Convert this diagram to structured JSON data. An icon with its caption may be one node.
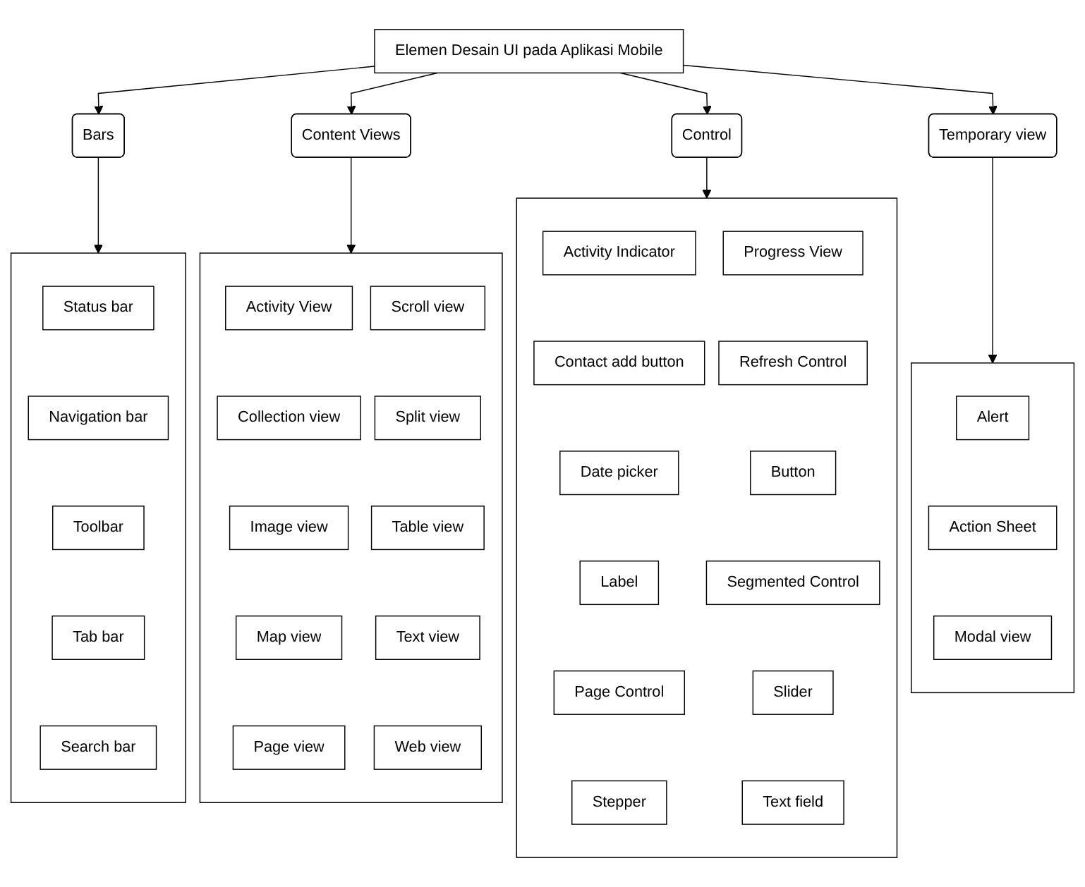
{
  "diagram": {
    "nodes": [
      {
        "text": [
          "Elemen Desain UI pada Aplikasi Mobile"
        ]
      },
      {
        "text": [
          "Bars"
        ]
      },
      {
        "text": [
          "Content Views"
        ]
      },
      {
        "text": [
          "Control"
        ]
      },
      {
        "text": [
          "Temporary view"
        ]
      },
      {
        "text": [],
        "shape": "box"
      },
      {
        "text": [
          "Status bar"
        ],
        "in": 5
      },
      {
        "text": [
          "Navigation bar"
        ],
        "in": 5
      },
      {
        "text": [
          "Toolbar"
        ],
        "in": 5
      },
      {
        "text": [
          "Tab bar"
        ],
        "in": 5
      },
      {
        "text": [
          "Search bar"
        ],
        "in": 5
      },
      {
        "text": [],
        "shape": "box"
      },
      {
        "text": [
          "Activity View"
        ],
        "in": 11
      },
      {
        "text": [
          "Scroll view"
        ],
        "in": 11
      },
      {
        "text": [
          "Collection view"
        ],
        "in": 11
      },
      {
        "text": [
          "Split view"
        ],
        "in": 11
      },
      {
        "text": [
          "Image view"
        ],
        "in": 11
      },
      {
        "text": [
          "Table view"
        ],
        "in": 11
      },
      {
        "text": [
          "Map view"
        ],
        "in": 11
      },
      {
        "text": [
          "Text view"
        ],
        "in": 11
      },
      {
        "text": [
          "Page view"
        ],
        "in": 11
      },
      {
        "text": [
          "Web view"
        ],
        "in": 11
      },
      {
        "text": [],
        "shape": "box"
      },
      {
        "text": [
          "Activity Indicator"
        ],
        "in": 22
      },
      {
        "text": [
          "Progress View"
        ],
        "in": 22
      },
      {
        "text": [
          "Contact add button"
        ],
        "in": 22
      },
      {
        "text": [
          "Refresh Control"
        ],
        "in": 22
      },
      {
        "text": [
          "Date picker"
        ],
        "in": 22
      },
      {
        "text": [
          "Button"
        ],
        "in": 22
      },
      {
        "text": [
          "Label"
        ],
        "in": 22
      },
      {
        "text": [
          "Segmented Control"
        ],
        "in": 22
      },
      {
        "text": [
          "Page Control"
        ],
        "in": 22
      },
      {
        "text": [
          "Slider"
        ],
        "in": 22
      },
      {
        "text": [
          "Stepper"
        ],
        "in": 22
      },
      {
        "text": [
          "Text field"
        ],
        "in": 22
      },
      {
        "text": [],
        "shape": "box"
      },
      {
        "text": [
          "Alert"
        ],
        "in": 35
      },
      {
        "text": [
          "Action Sheet"
        ],
        "in": 35
      },
      {
        "text": [
          "Modal view"
        ],
        "in": 35
      }
    ],
    "edges": [
      {
        "from": 0,
        "to": 1,
        "arrow": "to"
      },
      {
        "from": 0,
        "to": 2,
        "arrow": "to"
      },
      {
        "from": 0,
        "to": 3,
        "arrow": "to"
      },
      {
        "from": 0,
        "to": 4,
        "arrow": "to"
      },
      {
        "from": 1,
        "to": 5,
        "arrow": "to"
      },
      {
        "from": 2,
        "to": 11,
        "arrow": "to"
      },
      {
        "from": 3,
        "to": 22,
        "arrow": "to"
      },
      {
        "from": 4,
        "to": 35,
        "arrow": "to"
      }
    ]
  }
}
